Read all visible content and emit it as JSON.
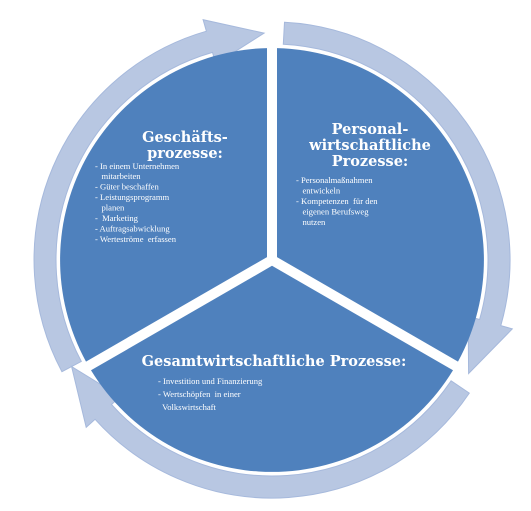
{
  "colors": {
    "segment": "#4f81bd",
    "ring": "#b8c7e2",
    "ring_edge": "#a6b9dc",
    "text": "#ffffff",
    "background": "#ffffff"
  },
  "segments": {
    "geschaeft": {
      "title": [
        "Geschäfts-",
        "prozesse:"
      ],
      "items": [
        "- In einem Unternehmen",
        "   mitarbeiten",
        "- Güter beschaffen",
        "- Leistungsprogramm",
        "   planen",
        "-  Marketing",
        "- Auftragsabwicklung",
        "- Werteströme  erfassen"
      ]
    },
    "personal": {
      "title": [
        "Personal-",
        "wirtschaftliche",
        "Prozesse:"
      ],
      "items": [
        "- Personalmaßnahmen",
        "   entwickeln",
        "- Kompetenzen  für den",
        "   eigenen Berufsweg",
        "   nutzen"
      ]
    },
    "gesamt": {
      "title": [
        "Gesamtwirtschaftliche Prozesse:"
      ],
      "items": [
        "- Investition und Finanzierung",
        "- Wertschöpfen  in einer",
        "  Volkswirtschaft"
      ]
    }
  },
  "icons": {
    "arrows": [
      "circular-arrow-top-icon",
      "circular-arrow-right-icon",
      "circular-arrow-left-icon"
    ]
  }
}
